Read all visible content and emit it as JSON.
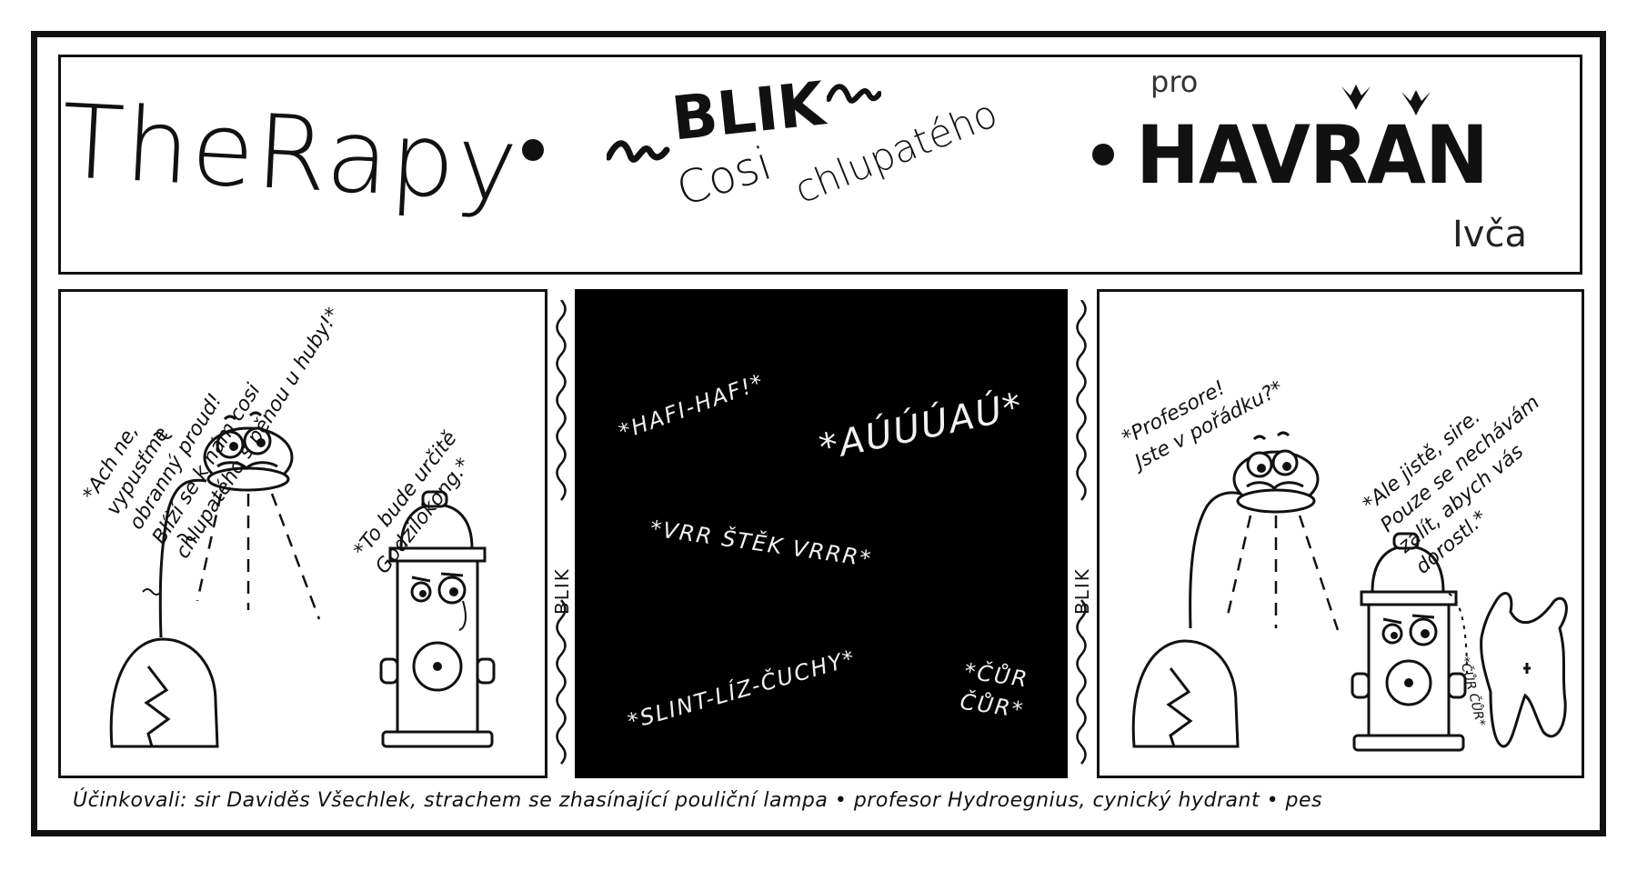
{
  "header": {
    "title": "TheRapy",
    "episode_top": "BLIK",
    "episode_bottom_1": "Cosi",
    "episode_bottom_2": "chlupatého",
    "pro_label": "pro",
    "brand": "HAVRAN",
    "author": "Ivča"
  },
  "panel1": {
    "lamp_speech": "*Ach ne,\nvypusťme\nobranný proud!\nBlíží se k nám cosi\nchlupatého s pěnou u huby!*",
    "hydrant_speech": "*To bude určitě\nGodzilokong.*"
  },
  "panel2": {
    "sounds": [
      "*HAFI-HAF!*",
      "*AÚÚÚAÚ*",
      "*VRR ŠTĚK VRRR*",
      "*SLINT-LÍZ-ČUCHY*",
      "*ČŮR\nČŮR*"
    ]
  },
  "panel3": {
    "lamp_speech": "*Profesore!\nJste v pořádku?*",
    "hydrant_speech": "*Ale jistě, sire.\nPouze se nechávám\nzalít, abych vás\ndorostl.*",
    "dog_sound": "*ČŮR ČŮR*"
  },
  "dividers": {
    "left": "BLIK",
    "right": "BLIK"
  },
  "credits": "Účinkovali: sir Daviděs Všechlek, strachem se zhasínající pouliční lampa • profesor Hydroegnius, cynický hydrant • pes"
}
